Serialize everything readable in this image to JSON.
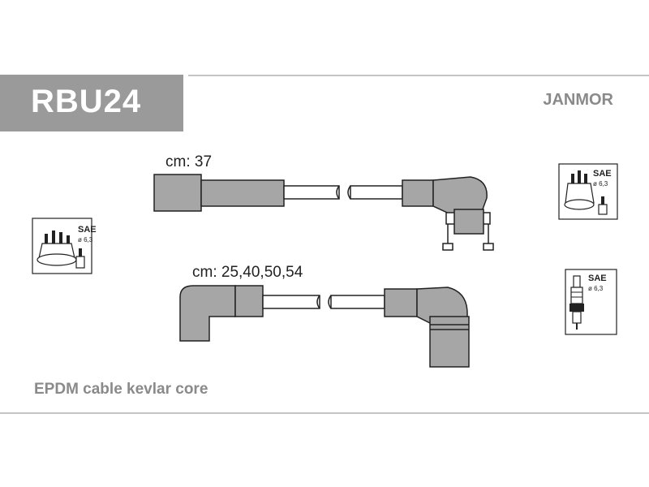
{
  "header": {
    "part_number": "RBU24",
    "brand": "JANMOR"
  },
  "leads": [
    {
      "length_label": "cm: 37"
    },
    {
      "length_label": "cm: 25,40,50,54"
    }
  ],
  "icons": {
    "distributor_left": {
      "name": "distributor-cap-icon",
      "standard": "SAE",
      "diameter": "ø 6,3"
    },
    "distributor_right": {
      "name": "distributor-cap-icon",
      "standard": "SAE",
      "diameter": "ø 6,3"
    },
    "spark_plug": {
      "name": "spark-plug-icon",
      "standard": "SAE",
      "diameter": "ø 6,3"
    }
  },
  "footer": {
    "description": "EPDM cable kevlar core"
  },
  "colors": {
    "title_box": "#9a9a9a",
    "boot_fill": "#a6a6a6",
    "outline": "#222222",
    "muted_text": "#8a8a8a"
  }
}
